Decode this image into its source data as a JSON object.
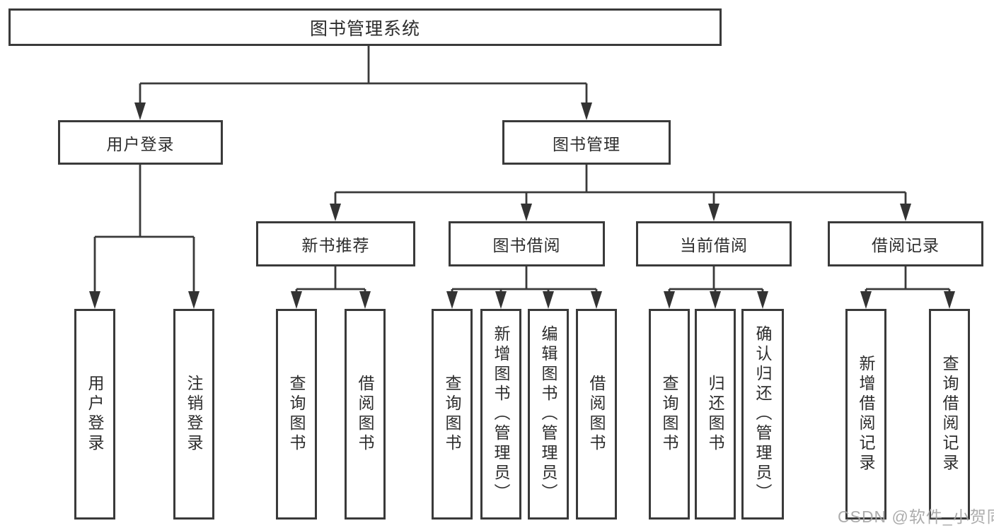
{
  "diagram": {
    "type": "hierarchy-tree",
    "colors": {
      "line": "#3a3a3a",
      "box_border": "#3a3a3a",
      "text": "#2d2d2d",
      "background": "#ffffff",
      "watermark": "#a3a3a3"
    }
  },
  "tree": {
    "root": {
      "label": "图书管理系统",
      "children": [
        {
          "label": "用户登录",
          "children": [
            {
              "label": "用户登录"
            },
            {
              "label": "注销登录"
            }
          ]
        },
        {
          "label": "图书管理",
          "children": [
            {
              "label": "新书推荐",
              "children": [
                {
                  "label": "查询图书"
                },
                {
                  "label": "借阅图书"
                }
              ]
            },
            {
              "label": "图书借阅",
              "children": [
                {
                  "label": "查询图书"
                },
                {
                  "label": "新增图书（管理员）"
                },
                {
                  "label": "编辑图书（管理员）"
                },
                {
                  "label": "借阅图书"
                }
              ]
            },
            {
              "label": "当前借阅",
              "children": [
                {
                  "label": "查询图书"
                },
                {
                  "label": "归还图书"
                },
                {
                  "label": "确认归还（管理员）"
                }
              ]
            },
            {
              "label": "借阅记录",
              "children": [
                {
                  "label": "新增借阅记录"
                },
                {
                  "label": "查询借阅记录"
                }
              ]
            }
          ]
        }
      ]
    }
  },
  "watermark": {
    "text": "CSDN @软件_小贺同学"
  }
}
